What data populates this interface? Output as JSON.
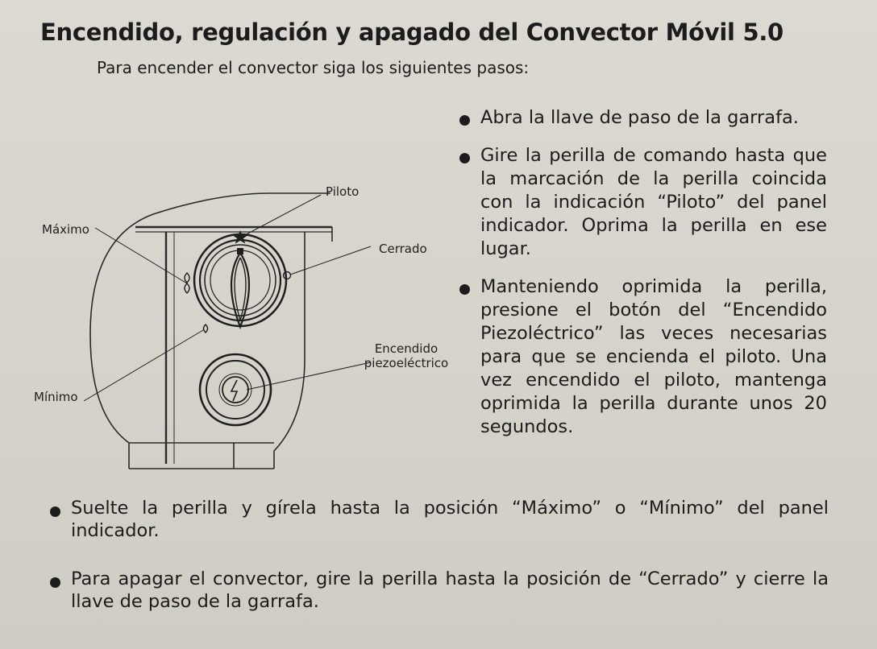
{
  "document": {
    "title": "Encendido, regulación y apagado del Convector Móvil 5.0",
    "intro": "Para encender el convector siga los siguientes pasos:",
    "bullets": [
      "Abra la llave de paso de la garrafa.",
      "Gire la perilla de comando hasta que la marcación de la perilla coincida con la indicación “Piloto” del panel indicador. Oprima la perilla en ese lugar.",
      "Manteniendo oprimida la perilla, presione el botón del “Encendido Piezoléctrico” las veces necesarias para que se encienda el piloto. Una vez encendido el piloto, mantenga oprimida la perilla durante unos 20 segundos.",
      "Suelte la perilla y gírela hasta la posición “Máximo” o “Mínimo” del panel indicador.",
      "Para apagar el convector, gire la perilla hasta la posición de “Cerrado” y cierre la llave de paso de la garrafa."
    ]
  },
  "diagram": {
    "labels": {
      "piloto": "Piloto",
      "maximo": "Máximo",
      "cerrado": "Cerrado",
      "minimo": "Mínimo",
      "encendido_line1": "Encendido",
      "encendido_line2": "piezoeléctrico"
    }
  }
}
